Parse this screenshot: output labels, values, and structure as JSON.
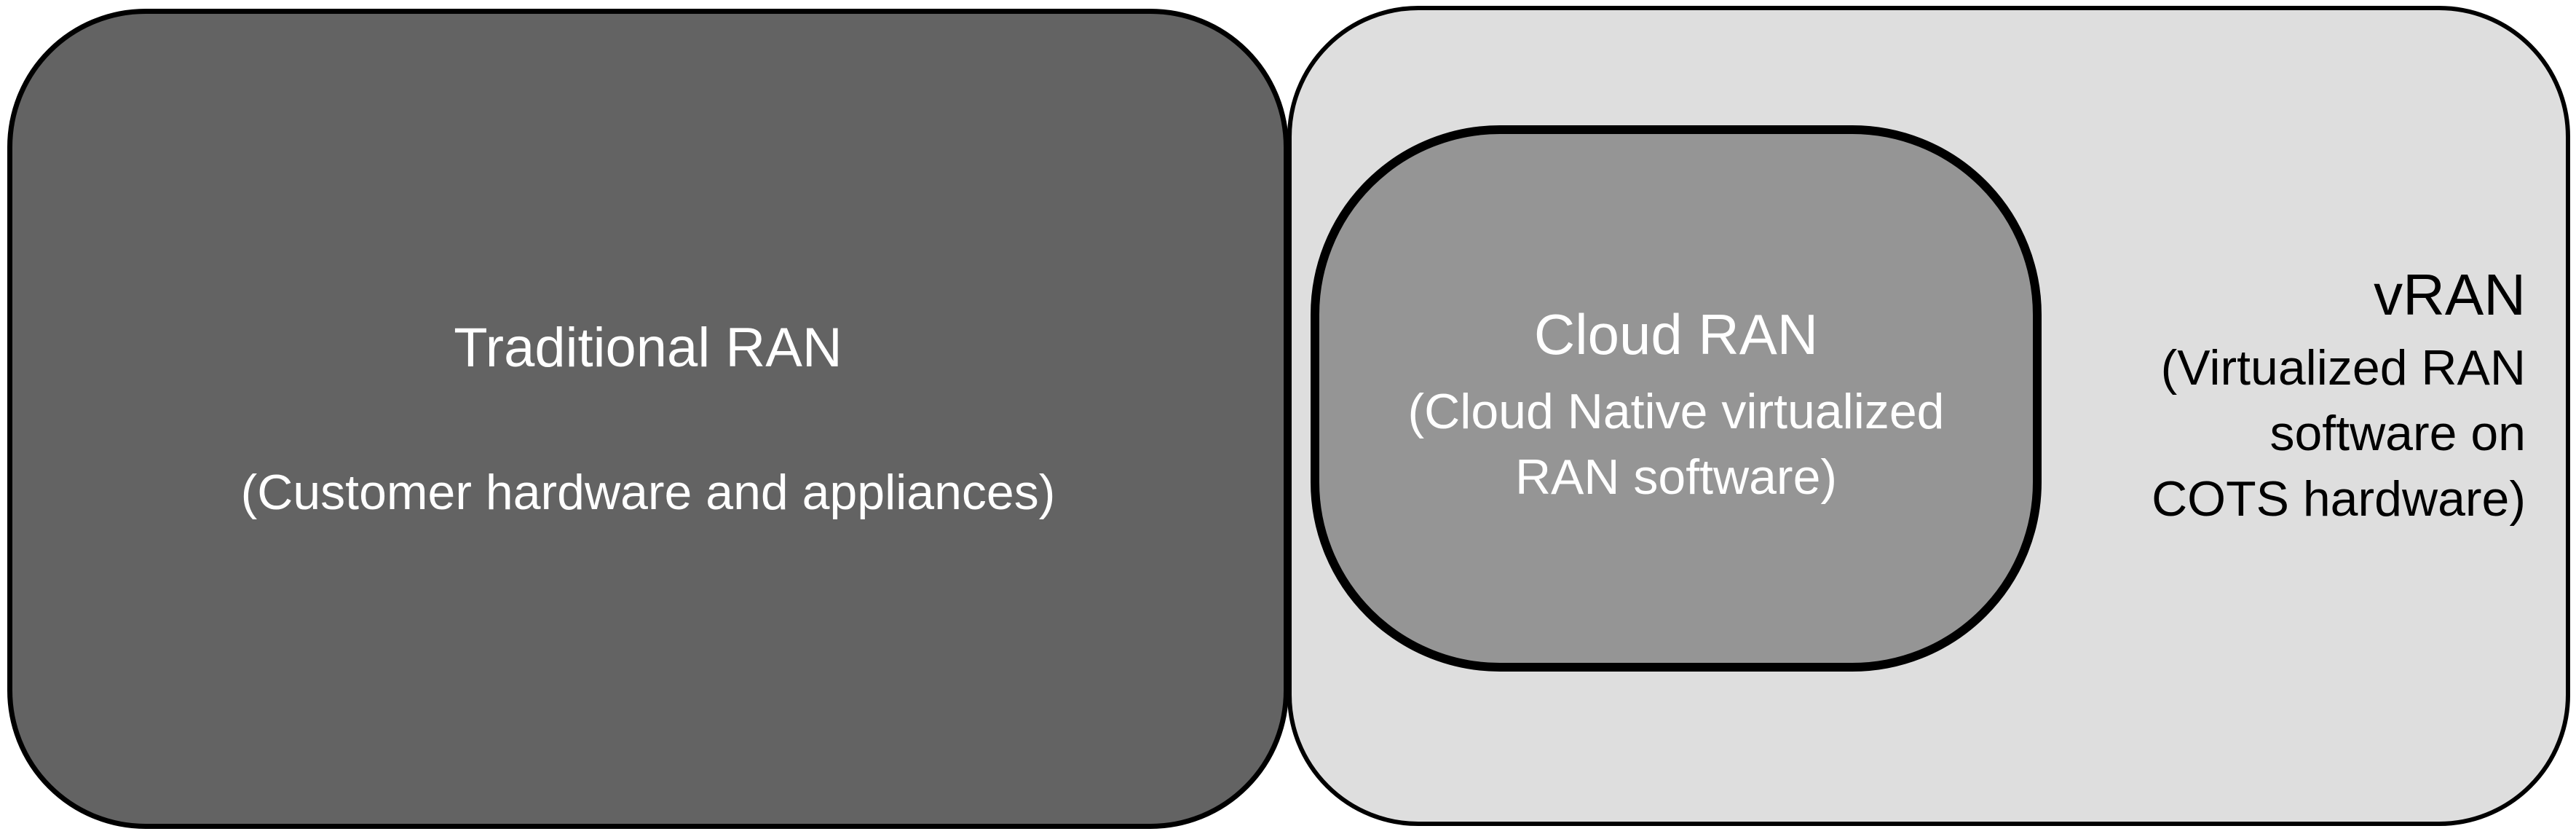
{
  "colors": {
    "traditional_fill": "#636363",
    "vran_fill": "#dedede",
    "cloud_fill": "#959595",
    "border": "#000000",
    "light_text": "#ffffff",
    "dark_text": "#000000"
  },
  "traditional": {
    "title": "Traditional RAN",
    "subtitle": "(Customer hardware and appliances)"
  },
  "cloud": {
    "title": "Cloud RAN",
    "subtitle_lines": [
      "(Cloud Native virtualized",
      "RAN software)"
    ]
  },
  "vran": {
    "title": "vRAN",
    "subtitle_lines": [
      "(Virtualized RAN",
      "software on",
      "COTS hardware)"
    ]
  }
}
